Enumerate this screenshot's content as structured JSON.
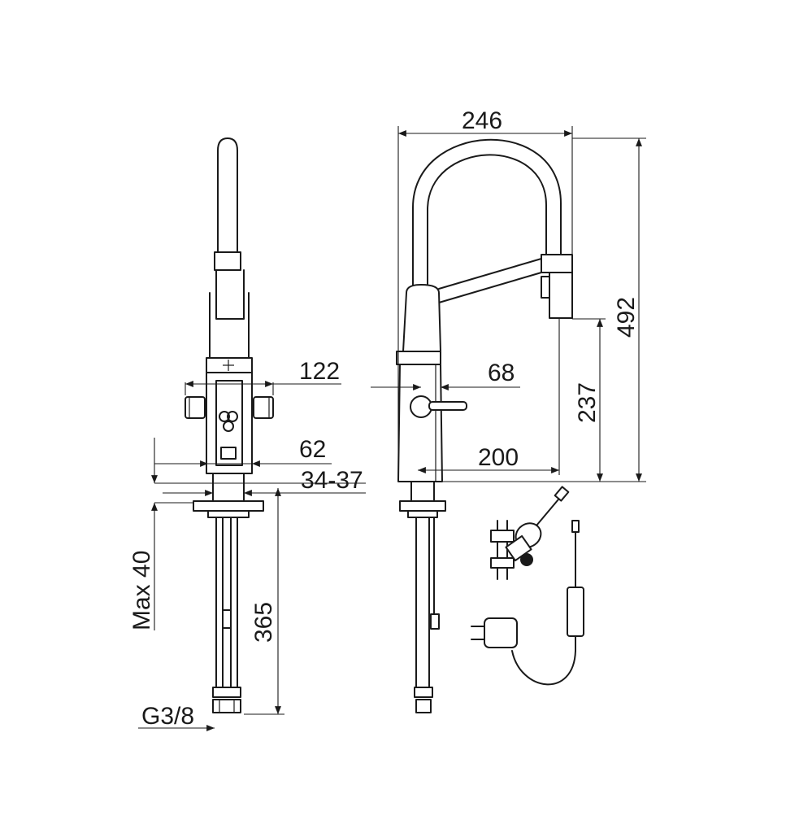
{
  "dimensions": {
    "width_total": "246",
    "height_total": "492",
    "outlet_height": "237",
    "reach": "200",
    "lever_offset": "68",
    "side_width": "122",
    "base_width": "62",
    "hose_spread": "34-37",
    "counter_thickness": "Max  40",
    "shank_length": "365",
    "connection_thread": "G3/8"
  },
  "colors": {
    "line": "#1a1a1a",
    "background": "#ffffff"
  }
}
